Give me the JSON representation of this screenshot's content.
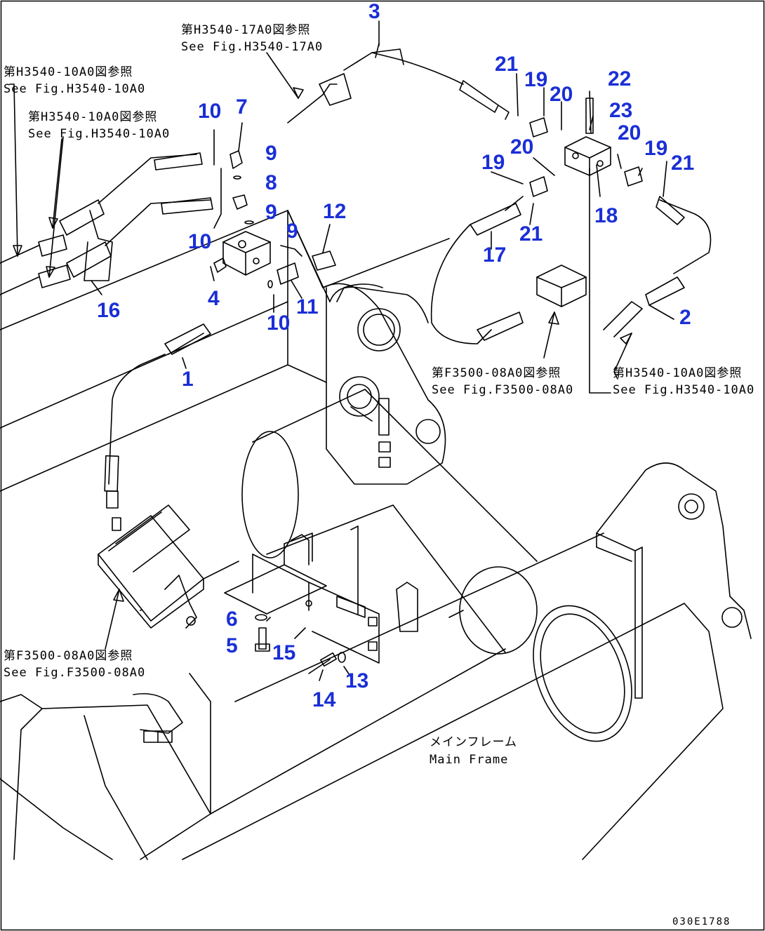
{
  "part_numbers": [
    "1",
    "2",
    "3",
    "4",
    "5",
    "6",
    "7",
    "8",
    "9",
    "9",
    "9",
    "10",
    "10",
    "10",
    "11",
    "12",
    "13",
    "14",
    "15",
    "16",
    "17",
    "18",
    "19",
    "19",
    "20",
    "20",
    "20",
    "21",
    "21",
    "21",
    "22",
    "23"
  ],
  "references": {
    "h3540_17a0_ja": "第H3540-17A0図参照",
    "h3540_17a0_en": "See Fig.H3540-17A0",
    "h3540_10a0_left_ja": "第H3540-10A0図参照",
    "h3540_10a0_left_en": "See Fig.H3540-10A0",
    "h3540_10a0_mid_ja": "第H3540-10A0図参照",
    "h3540_10a0_mid_en": "See Fig.H3540-10A0",
    "f3500_08a0_right_ja": "第F3500-08A0図参照",
    "f3500_08a0_right_en": "See Fig.F3500-08A0",
    "h3540_10a0_right_ja": "第H3540-10A0図参照",
    "h3540_10a0_right_en": "See Fig.H3540-10A0",
    "f3500_08a0_left_ja": "第F3500-08A0図参照",
    "f3500_08a0_left_en": "See Fig.F3500-08A0"
  },
  "main_frame": {
    "ja": "メインフレーム",
    "en": "Main Frame"
  },
  "drawing_number": "030E1788",
  "colors": {
    "callout": "#1a2fd6",
    "line": "#000000",
    "background": "#ffffff"
  }
}
